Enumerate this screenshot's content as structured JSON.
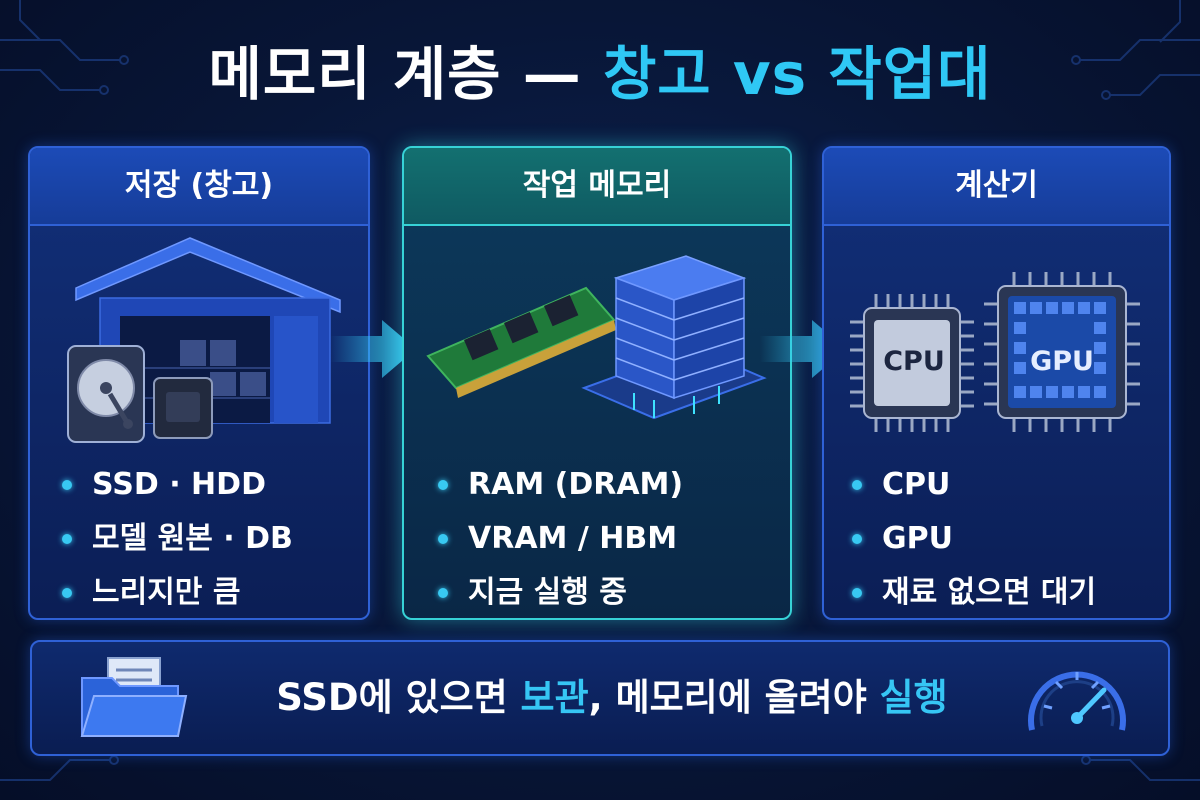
{
  "title": {
    "part1": "메모리 계층 — ",
    "part2": "창고 vs 작업대"
  },
  "panels": [
    {
      "heading": "저장 (창고)",
      "bullets": [
        "SSD · HDD",
        "모델 원본 · DB",
        "느리지만 큼"
      ],
      "icons": [
        "warehouse-icon",
        "hard-disk-icon",
        "ssd-icon"
      ]
    },
    {
      "heading": "작업 메모리",
      "bullets": [
        "RAM (DRAM)",
        "VRAM / HBM",
        "지금 실행 중"
      ],
      "icons": [
        "ram-module-icon",
        "hbm-stack-icon"
      ]
    },
    {
      "heading": "계산기",
      "bullets": [
        "CPU",
        "GPU",
        "재료 없으면 대기"
      ],
      "chips": {
        "cpu_label": "CPU",
        "gpu_label": "GPU"
      }
    }
  ],
  "footer": {
    "part1": "SSD에 있으면 ",
    "part2": "보관",
    "part3": ", 메모리에 올려야 ",
    "part4": "실행",
    "icons": [
      "folder-icon",
      "speedometer-icon"
    ]
  },
  "colors": {
    "background": "#081637",
    "accent": "#2fc8f5",
    "panel_border": "#2f61d6",
    "mid_panel_border": "#37d2d6"
  }
}
